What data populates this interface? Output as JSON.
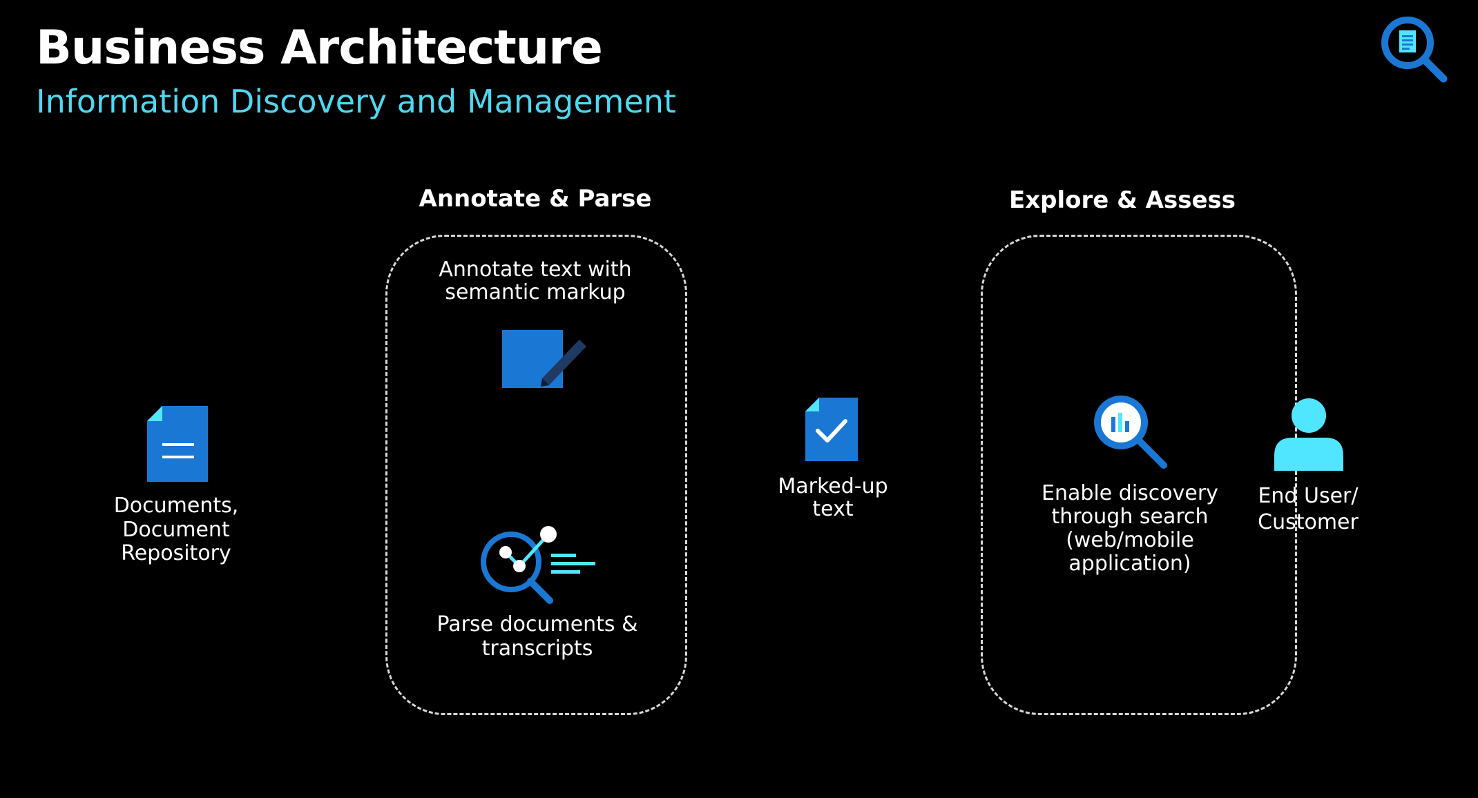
{
  "header": {
    "title": "Business Architecture",
    "subtitle": "Information Discovery and Management"
  },
  "groups": {
    "annotate_parse": {
      "title": "Annotate & Parse",
      "annotate_label": [
        "Annotate text with",
        "semantic markup"
      ],
      "parse_label": [
        "Parse documents &",
        "transcripts"
      ]
    },
    "explore_assess": {
      "title": "Explore & Assess",
      "discovery_label": [
        "Enable discovery",
        "through search",
        "(web/mobile",
        "application)"
      ]
    }
  },
  "nodes": {
    "documents_label": [
      "Documents,",
      "Document",
      "Repository"
    ],
    "markedup_label": [
      "Marked-up",
      "text"
    ],
    "enduser_label": [
      "End User/",
      "Customer"
    ]
  },
  "colors": {
    "background": "#000000",
    "accent_cyan": "#4fd8f0",
    "icon_blue": "#1a78d4",
    "icon_light_blue": "#50e6ff",
    "dashed_border": "#d8d8d8"
  },
  "icons": {
    "corner": "search-document-icon",
    "documents": "document-icon",
    "annotate": "edit-square-icon",
    "parse": "analytics-search-icon",
    "markedup": "document-check-icon",
    "discovery": "search-chart-icon",
    "enduser": "user-icon"
  }
}
